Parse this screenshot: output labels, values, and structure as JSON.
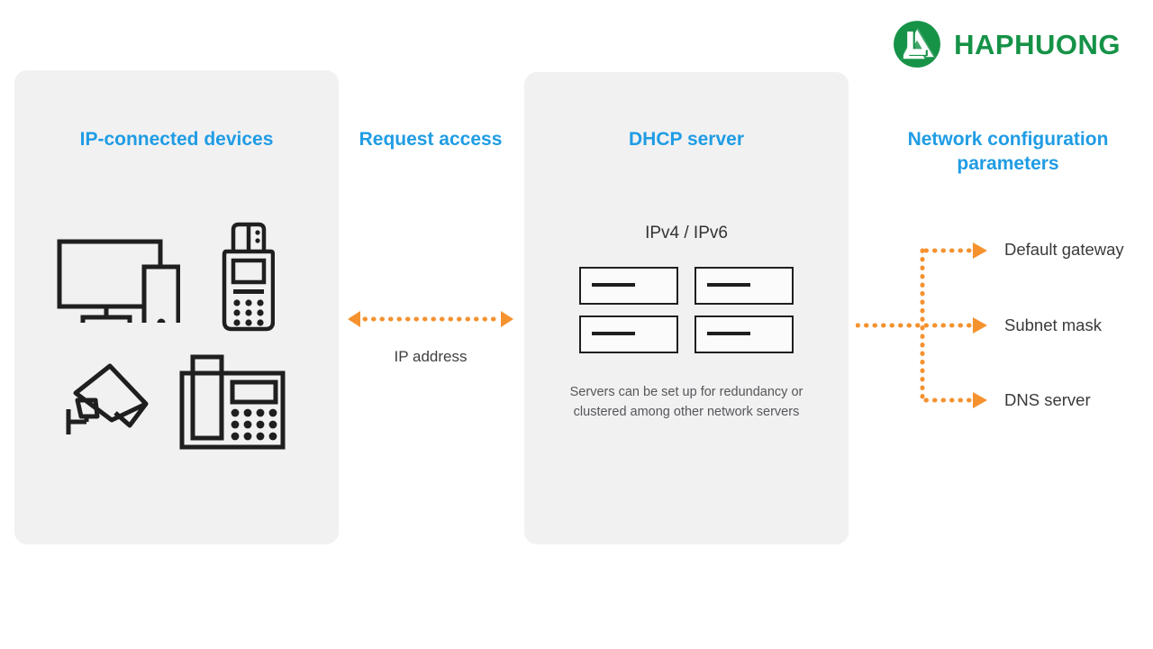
{
  "brand": {
    "name": "HAPHUONG",
    "logo_icon": "haphuong-logo-icon",
    "green": "#159247"
  },
  "theme": {
    "heading_blue": "#1f9ce4",
    "accent_orange": "#f5922f",
    "panel_bg": "#f1f1f2",
    "ink": "#1f1f1f",
    "page_bg": "#ffffff"
  },
  "columns": {
    "devices": {
      "heading": "IP-connected devices",
      "icons": [
        {
          "name": "desktop-computer-icon",
          "label": "Desktop computer and tower"
        },
        {
          "name": "handheld-scanner-icon",
          "label": "Handheld barcode scanner"
        },
        {
          "name": "security-camera-icon",
          "label": "Security camera"
        },
        {
          "name": "desk-phone-icon",
          "label": "IP desk phone"
        }
      ]
    },
    "request": {
      "heading": "Request access",
      "arrow_label": "IP address",
      "arrow_icon": "bidirectional-dotted-arrow-icon"
    },
    "dhcp": {
      "heading": "DHCP server",
      "ip_version": "IPv4 / IPv6",
      "racks": [
        {
          "name": "server-rack-unit-1"
        },
        {
          "name": "server-rack-unit-2"
        },
        {
          "name": "server-rack-unit-3"
        },
        {
          "name": "server-rack-unit-4"
        }
      ],
      "caption": "Servers can be set up for redundancy or clustered among other network servers"
    },
    "params": {
      "heading": "Network configuration parameters",
      "connector_icon": "dotted-branch-connector-icon",
      "items": [
        {
          "label": "Default gateway"
        },
        {
          "label": "Subnet mask"
        },
        {
          "label": "DNS server"
        }
      ]
    }
  }
}
